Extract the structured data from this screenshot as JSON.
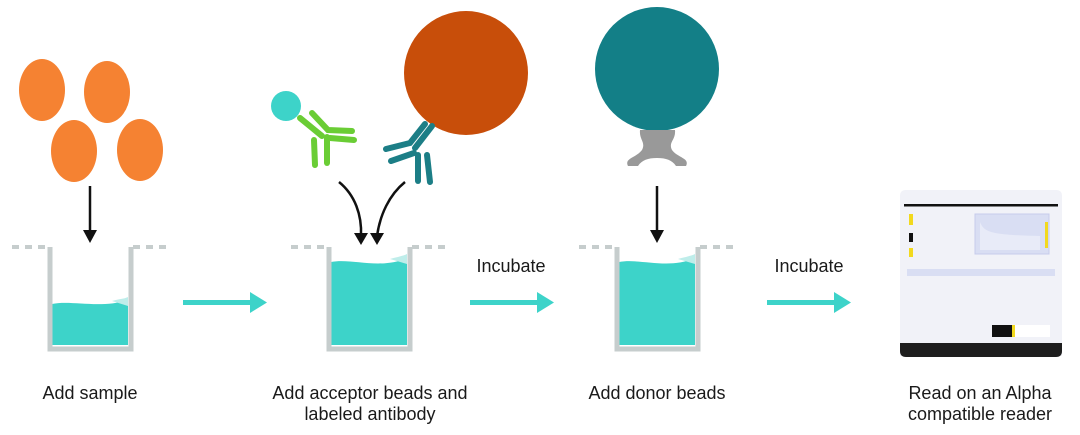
{
  "steps": [
    {
      "label": "Add sample"
    },
    {
      "label_line1": "Add acceptor beads and",
      "label_line2": "labeled antibody"
    },
    {
      "label": "Add donor beads"
    },
    {
      "label_line1": "Read on an Alpha",
      "label_line2": "compatible reader"
    }
  ],
  "transitions": [
    {
      "label": ""
    },
    {
      "label": "Incubate"
    },
    {
      "label": "Incubate"
    }
  ],
  "colors": {
    "sample": "#F58232",
    "liquid": "#3DD3C9",
    "liquid_light": "#BEEDEA",
    "well": "#C6CDCD",
    "arrow_teal": "#3DD3C9",
    "acceptor_bead": "#C84E0A",
    "donor_bead": "#137F87",
    "antibody_green": "#6ACD35",
    "antibody_teal": "#1C7E86",
    "label_dot": "#3DD3C9",
    "linker": "#999999",
    "reader_body": "#F1F2F8",
    "reader_base": "#1E1E1E",
    "reader_accent": "#F2D91E"
  }
}
